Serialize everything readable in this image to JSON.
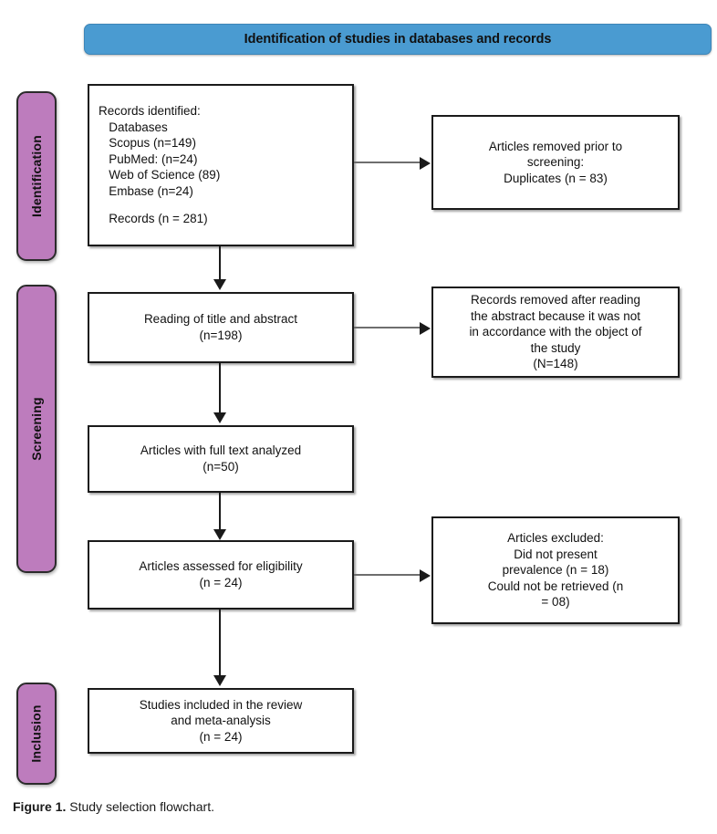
{
  "header": {
    "title": "Identification of studies in databases and records",
    "color": "#4a9bd1"
  },
  "phases": {
    "color": "#bd7cbd",
    "identification": "Identification",
    "screening": "Screening",
    "inclusion": "Inclusion"
  },
  "boxes": {
    "records_identified": {
      "lines": [
        "Records identified:",
        "   Databases",
        "   Scopus (n=149)",
        "   PubMed: (n=24)",
        "   Web of Science (89)",
        "   Embase (n=24)",
        "",
        "   Records (n = 281)"
      ]
    },
    "duplicates_removed": {
      "lines": [
        "Articles removed prior to",
        "screening:",
        "Duplicates (n = 83)"
      ]
    },
    "title_abstract": {
      "lines": [
        "Reading of title and abstract",
        "(n=198)"
      ]
    },
    "abstract_removed": {
      "lines": [
        "Records removed after reading",
        "the abstract because it was not",
        "in accordance with the object of",
        "the study",
        "(N=148)"
      ]
    },
    "full_text_analyzed": {
      "lines": [
        "Articles with full text analyzed",
        "(n=50)"
      ]
    },
    "assessed_eligibility": {
      "lines": [
        "Articles assessed for eligibility",
        "(n = 24)"
      ]
    },
    "articles_excluded": {
      "lines": [
        "Articles excluded:",
        "Did not present",
        "prevalence (n = 18)",
        "Could not be retrieved (n",
        "= 08)"
      ]
    },
    "studies_included": {
      "lines": [
        "Studies included in the review",
        "and meta-analysis",
        "(n = 24)"
      ]
    }
  },
  "caption": {
    "label": "Figure 1.",
    "text": " Study selection flowchart."
  },
  "chart_data": {
    "type": "diagram",
    "title": "Study selection flowchart",
    "diagram_kind": "PRISMA flow diagram",
    "phases": [
      "Identification",
      "Screening",
      "Inclusion"
    ],
    "nodes": [
      {
        "id": "records_identified",
        "phase": "Identification",
        "label": "Records identified",
        "sources": [
          {
            "name": "Scopus",
            "n": 149
          },
          {
            "name": "PubMed",
            "n": 24
          },
          {
            "name": "Web of Science",
            "n": 89
          },
          {
            "name": "Embase",
            "n": 24
          }
        ],
        "total": 281
      },
      {
        "id": "duplicates_removed",
        "phase": "Identification",
        "label": "Articles removed prior to screening: Duplicates",
        "n": 83
      },
      {
        "id": "title_abstract",
        "phase": "Screening",
        "label": "Reading of title and abstract",
        "n": 198
      },
      {
        "id": "abstract_removed",
        "phase": "Screening",
        "label": "Records removed after reading the abstract because it was not in accordance with the object of the study",
        "n": 148
      },
      {
        "id": "full_text_analyzed",
        "phase": "Screening",
        "label": "Articles with full text analyzed",
        "n": 50
      },
      {
        "id": "assessed_eligibility",
        "phase": "Screening",
        "label": "Articles assessed for eligibility",
        "n": 24
      },
      {
        "id": "articles_excluded",
        "phase": "Screening",
        "label": "Articles excluded",
        "reasons": [
          {
            "reason": "Did not present prevalence",
            "n": 18
          },
          {
            "reason": "Could not be retrieved",
            "n": 8
          }
        ]
      },
      {
        "id": "studies_included",
        "phase": "Inclusion",
        "label": "Studies included in the review and meta-analysis",
        "n": 24
      }
    ],
    "edges": [
      {
        "from": "records_identified",
        "to": "duplicates_removed",
        "direction": "right"
      },
      {
        "from": "records_identified",
        "to": "title_abstract",
        "direction": "down"
      },
      {
        "from": "title_abstract",
        "to": "abstract_removed",
        "direction": "right"
      },
      {
        "from": "title_abstract",
        "to": "full_text_analyzed",
        "direction": "down"
      },
      {
        "from": "full_text_analyzed",
        "to": "assessed_eligibility",
        "direction": "down"
      },
      {
        "from": "assessed_eligibility",
        "to": "articles_excluded",
        "direction": "right"
      },
      {
        "from": "assessed_eligibility",
        "to": "studies_included",
        "direction": "down"
      }
    ]
  }
}
